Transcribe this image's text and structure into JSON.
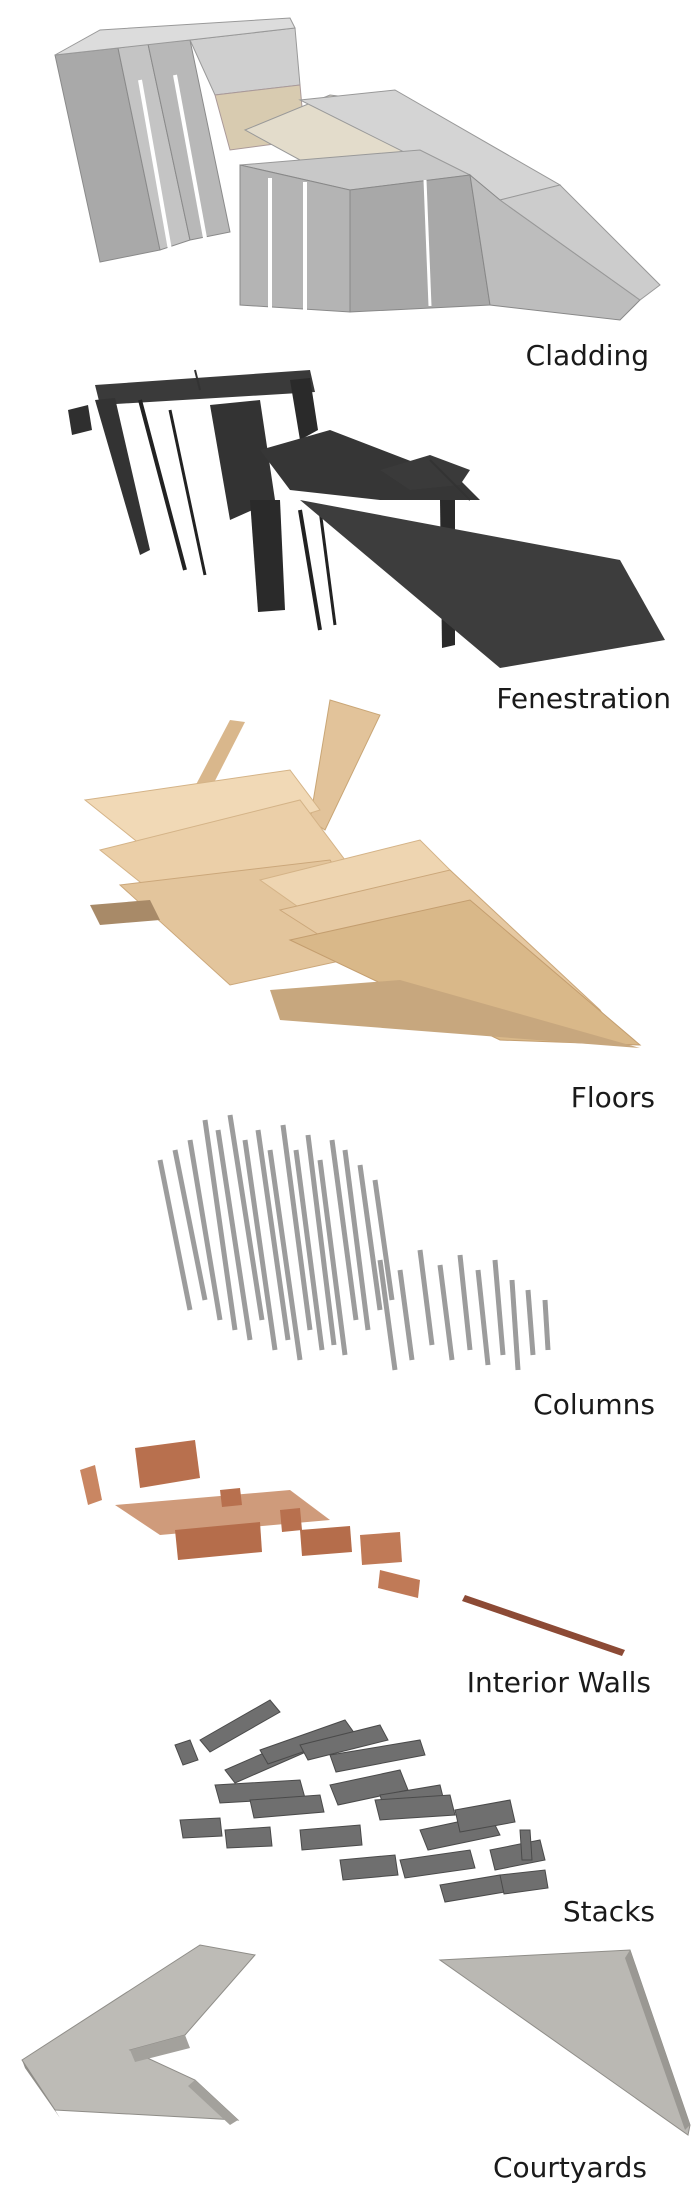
{
  "labels": {
    "cladding": "Cladding",
    "fenestration": "Fenestration",
    "floors": "Floors",
    "columns": "Columns",
    "interior_walls": "Interior Walls",
    "stacks": "Stacks",
    "courtyards": "Courtyards"
  },
  "colors": {
    "cladding": "#b5b5b5",
    "fenestration": "#2f2f2f",
    "floors": "#e9c9a0",
    "columns": "#9c9c9c",
    "interior_walls": "#b8704e",
    "stacks": "#6f6f6f",
    "courtyards": "#b9b7b2"
  }
}
